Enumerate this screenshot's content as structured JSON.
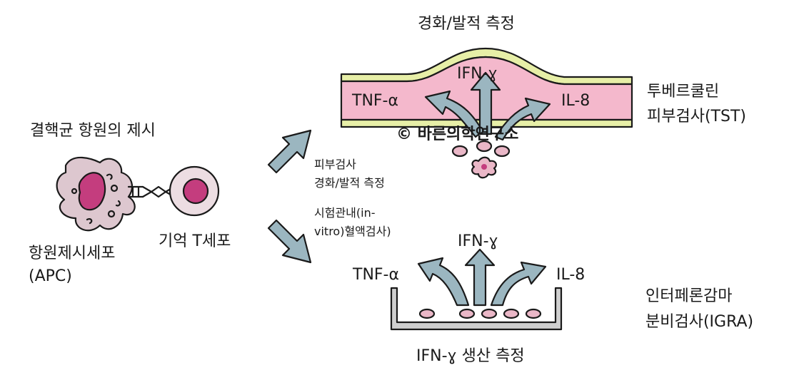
{
  "left": {
    "title": "결핵균 항원의 제시",
    "apc_label_line1": "항원제시세포",
    "apc_label_line2": "(APC)",
    "memory_t_label": "기억 T세포"
  },
  "arrows": {
    "upper_label_line1": "피부검사",
    "upper_label_line2": "경화/발적 측정",
    "lower_label_line1": "시험관내(in-",
    "lower_label_line2": "vitro)혈액검사)"
  },
  "tst": {
    "top_title": "경화/발적 측정",
    "cytokine_left": "TNF-α",
    "cytokine_center": "IFN-ɣ",
    "cytokine_right": "IL-8",
    "name_line1": "투베르쿨린",
    "name_line2": "피부검사(TST)",
    "watermark": "© 바른의학연구소"
  },
  "igra": {
    "cytokine_left": "TNF-α",
    "cytokine_center": "IFN-ɣ",
    "cytokine_right": "IL-8",
    "bottom_title": "IFN-ɣ  생산 측정",
    "name_line1": "인터페론감마",
    "name_line2": "분비검사(IGRA)"
  },
  "colors": {
    "skin_pink": "#f4b8cc",
    "skin_yellow": "#e7efa7",
    "arrow_blue": "#9bb6c0",
    "cell_pink": "#eab7c7",
    "nucleus_magenta": "#c43d7e",
    "apc_body": "#ddc7cf",
    "tcell_body": "#ecdde2",
    "dish_gray": "#cfcfcf"
  }
}
